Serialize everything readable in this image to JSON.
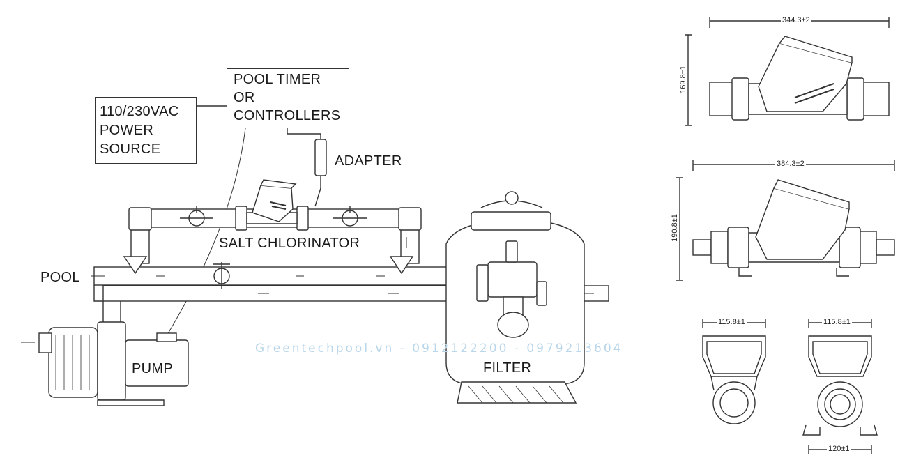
{
  "labels": {
    "power_source": "110/230VAC\nPOWER\nSOURCE",
    "timer": "POOL TIMER\nOR\nCONTROLLERS",
    "adapter": "ADAPTER",
    "salt_chlorinator": "SALT CHLORINATOR",
    "pool": "POOL",
    "pump": "PUMP",
    "filter": "FILTER"
  },
  "dimensions": {
    "top_width": "344.3±2",
    "top_height": "169.8±1",
    "side_width": "384.3±2",
    "side_height": "190.8±1",
    "front_width": "115.8±1",
    "back_width": "115.8±1",
    "back_base": "120±1"
  },
  "watermark": "Greentechpool.vn - 0912122200 - 0979213604",
  "colors": {
    "line": "#333333",
    "watermark": "#b9d6ea"
  }
}
